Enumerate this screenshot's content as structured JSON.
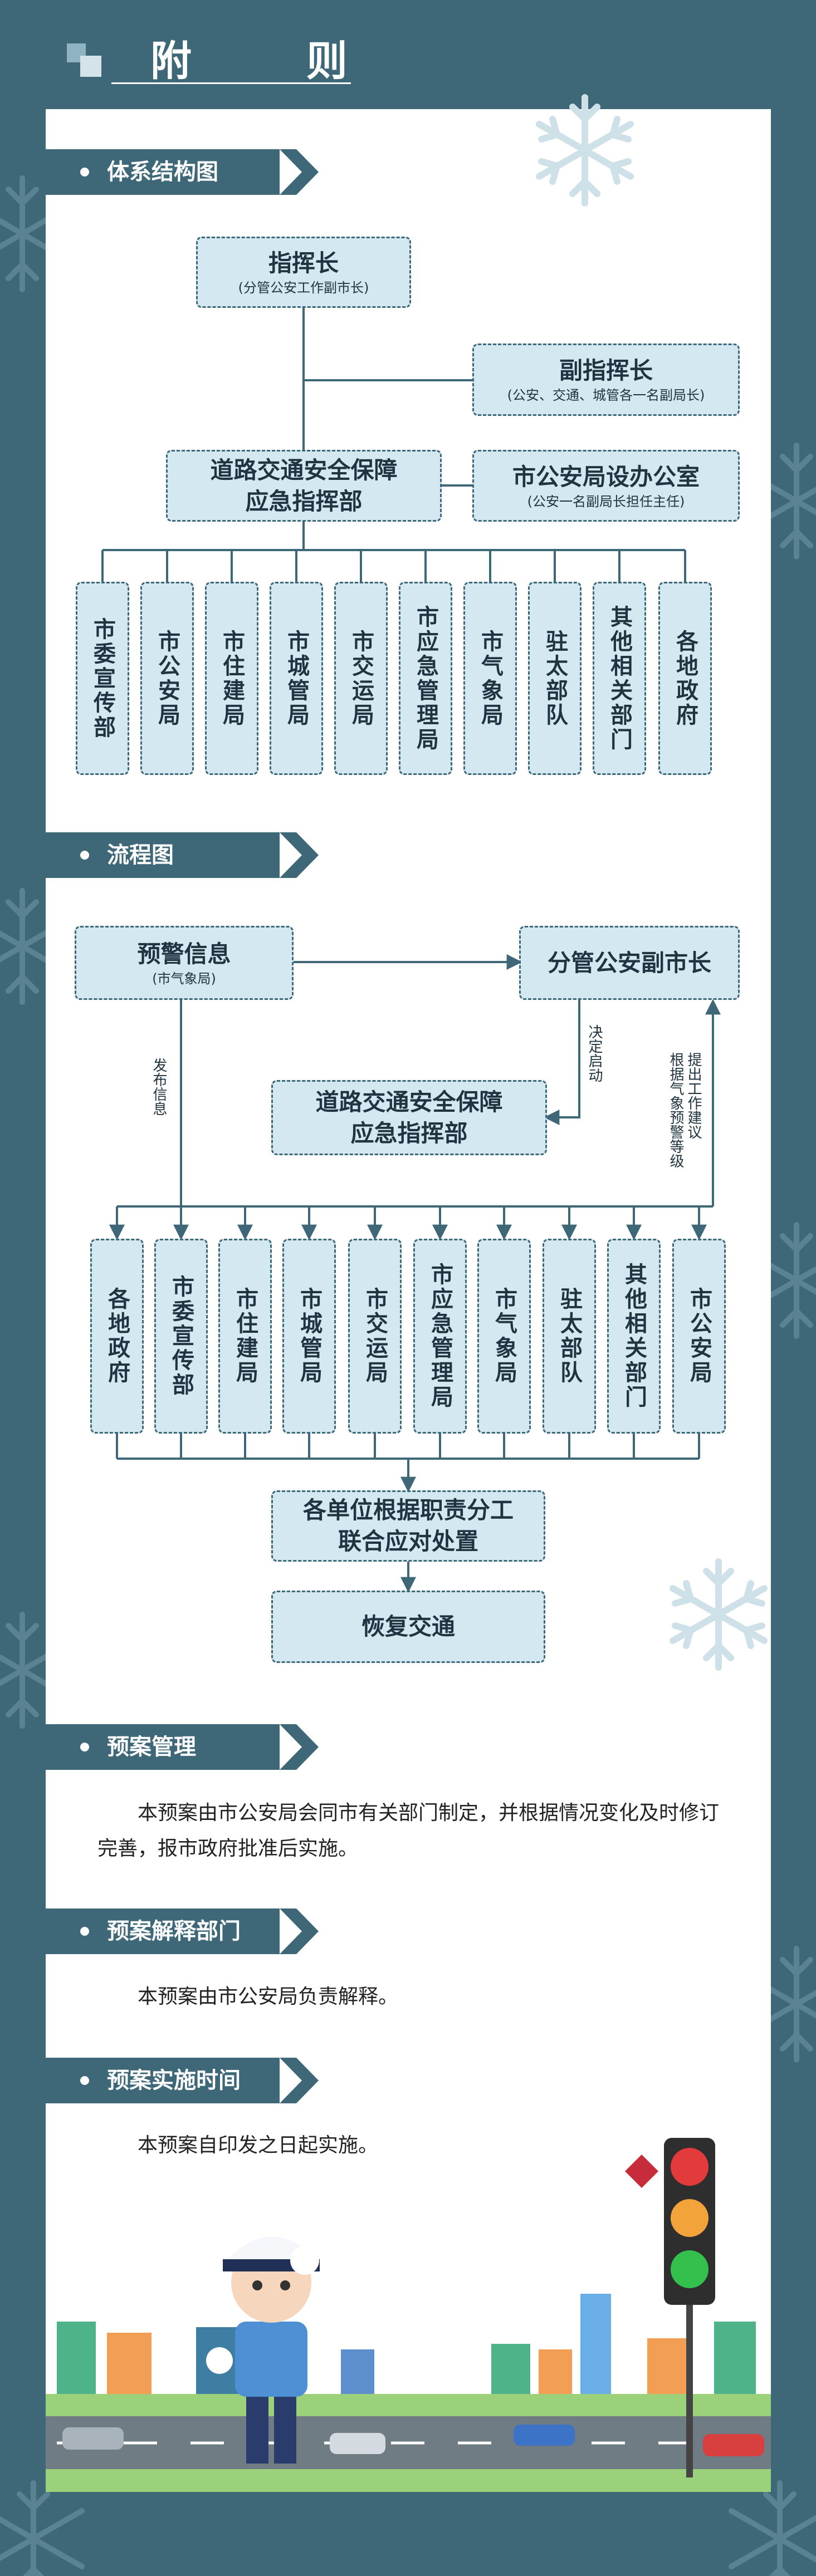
{
  "title": "附 则",
  "sections": {
    "structure": "体系结构图",
    "flow": "流程图",
    "management": "预案管理",
    "interpretation": "预案解释部门",
    "implementation": "预案实施时间"
  },
  "structure": {
    "commander": {
      "main": "指挥长",
      "sub": "(分管公安工作副市长)"
    },
    "deputy": {
      "main": "副指挥长",
      "sub": "(公安、交通、城管各一名副局长)"
    },
    "hq": {
      "line1": "道路交通安全保障",
      "line2": "应急指挥部"
    },
    "office": {
      "main": "市公安局设办公室",
      "sub": "(公安一名副局长担任主任)"
    },
    "units": [
      "市委宣传部",
      "市公安局",
      "市住建局",
      "市城管局",
      "市交运局",
      "市应急管理局",
      "市气象局",
      "驻太部队",
      "其他相关部门",
      "各地政府"
    ]
  },
  "flow": {
    "warning": {
      "main": "预警信息",
      "sub": "(市气象局)"
    },
    "vice_mayor": "分管公安副市长",
    "hq": {
      "line1": "道路交通安全保障",
      "line2": "应急指挥部"
    },
    "label_publish": "发布信息",
    "label_decide": "决定启动",
    "label_suggest_1": "提出工作建议",
    "label_suggest_2": "根据气象预警等级",
    "units": [
      "各地政府",
      "市委宣传部",
      "市住建局",
      "市城管局",
      "市交运局",
      "市应急管理局",
      "市气象局",
      "驻太部队",
      "其他相关部门",
      "市公安局"
    ],
    "joint": {
      "line1": "各单位根据职责分工",
      "line2": "联合应对处置"
    },
    "restore": "恢复交通"
  },
  "text": {
    "management": "本预案由市公安局会同市有关部门制定，并根据情况变化及时修订完善，报市政府批准后实施。",
    "interpretation": "本预案由市公安局负责解释。",
    "implementation": "本预案自印发之日起实施。"
  },
  "colors": {
    "primary": "#3e6878",
    "box_fill": "#d3e8f1",
    "panel": "#ffffff"
  }
}
